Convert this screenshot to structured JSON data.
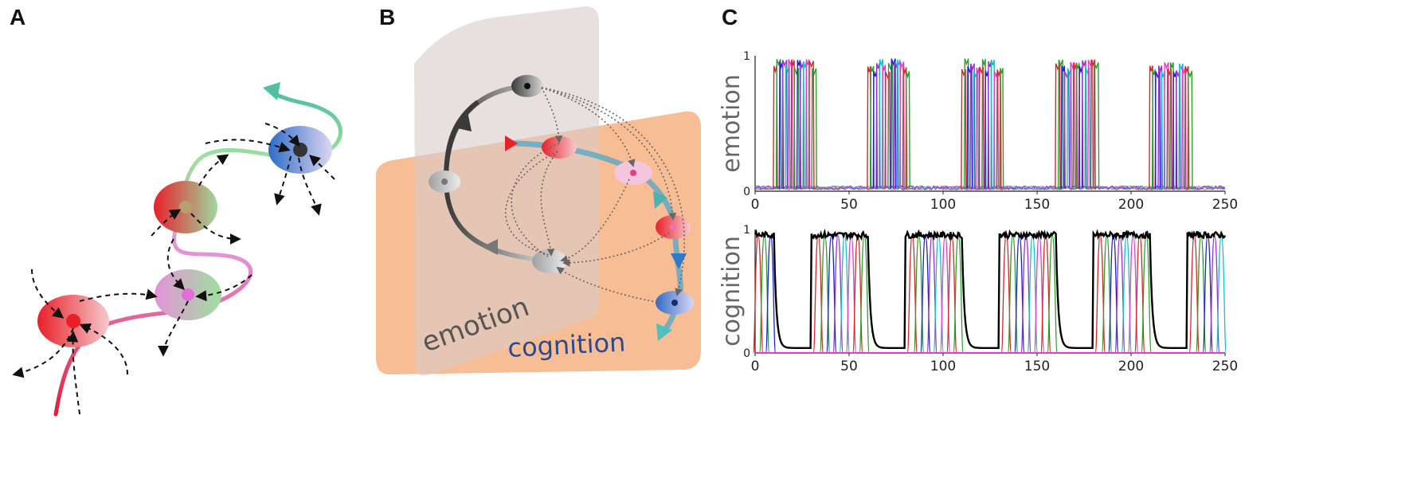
{
  "panels": {
    "a": {
      "letter": "A"
    },
    "b": {
      "letter": "B",
      "label_emotion": "emotion",
      "label_cognition": "cognition"
    },
    "c": {
      "letter": "C"
    }
  },
  "colors": {
    "emotion_plane": "#d9c9c9",
    "cognition_plane": "#f6b183",
    "cognition_text": "#2c4a8a",
    "emotion_text": "#555555",
    "trace_black": "#000000",
    "series": [
      "#d62728",
      "#2ca02c",
      "#1f1fd6",
      "#9a2fd6",
      "#17becf",
      "#e040c8"
    ]
  },
  "chart_data": [
    {
      "type": "line",
      "ylabel": "emotion",
      "xlim": [
        0,
        250
      ],
      "ylim": [
        0,
        1
      ],
      "x_ticks": [
        "0",
        "50",
        "100",
        "150",
        "200",
        "250"
      ],
      "y_ticks": [
        "0",
        "1"
      ],
      "bursts": [
        [
          10,
          32
        ],
        [
          60,
          82
        ],
        [
          110,
          132
        ],
        [
          160,
          182
        ],
        [
          210,
          232
        ]
      ]
    },
    {
      "type": "line",
      "ylabel": "cognition",
      "xlim": [
        0,
        250
      ],
      "ylim": [
        0,
        1
      ],
      "x_ticks": [
        "0",
        "50",
        "100",
        "150",
        "200",
        "250"
      ],
      "y_ticks": [
        "0",
        "1"
      ],
      "high_segments": [
        [
          0,
          10
        ],
        [
          30,
          60
        ],
        [
          80,
          110
        ],
        [
          130,
          160
        ],
        [
          180,
          210
        ],
        [
          230,
          250
        ]
      ],
      "pulse_groups": [
        [
          0,
          10
        ],
        [
          32,
          60
        ],
        [
          82,
          110
        ],
        [
          132,
          160
        ],
        [
          182,
          210
        ],
        [
          232,
          250
        ]
      ]
    }
  ]
}
